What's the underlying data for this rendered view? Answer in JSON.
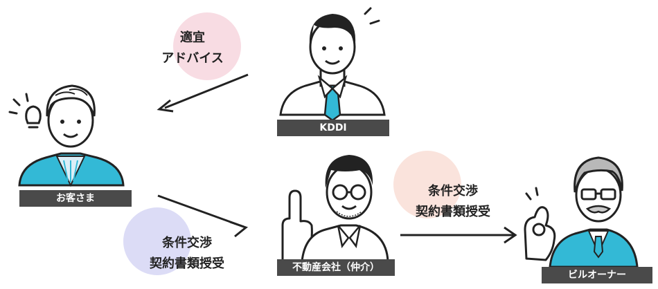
{
  "labels": {
    "advice": [
      "適宜",
      "アドバイス"
    ],
    "negotiation_left": [
      "条件交渉",
      "契約書類授受"
    ],
    "negotiation_right": [
      "条件交渉",
      "契約書類授受"
    ]
  },
  "nametags": {
    "kddi": "KDDI",
    "customer": "お客さま",
    "agent": "不動産会社（仲介）",
    "owner": "ビルオーナー"
  },
  "colors": {
    "advice_bubble": "#f8dce3",
    "negotiation_left_bubble": "#dcdcf6",
    "negotiation_right_bubble": "#fae3dc",
    "accent_blue": "#33b9d6",
    "nametag_bg": "#4a4a4a",
    "line": "#222222"
  },
  "icons": [
    "lightbulb-icon",
    "ok-hand-icon",
    "pointing-finger-icon"
  ]
}
